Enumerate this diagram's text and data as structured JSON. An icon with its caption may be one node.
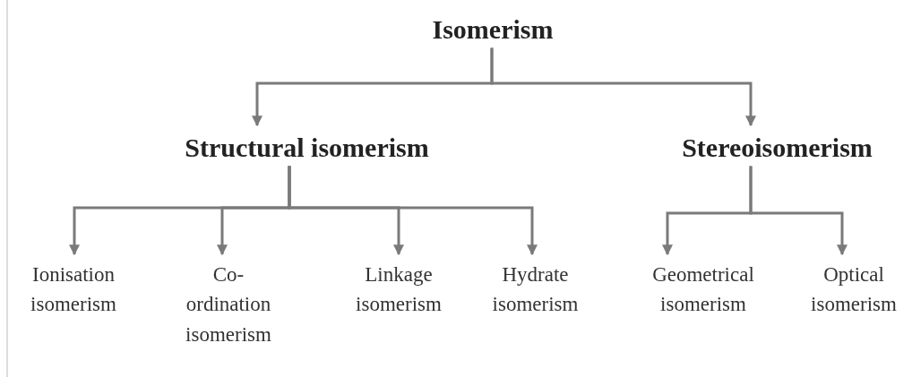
{
  "diagram": {
    "nodes": [
      {
        "text": [
          "Isomerism"
        ]
      },
      {
        "text": [
          "Structural isomerism"
        ]
      },
      {
        "text": [
          "Stereoisomerism"
        ]
      },
      {
        "text": [
          "Ionisation isomerism"
        ]
      },
      {
        "text": [
          "Co-ordination isomerism"
        ]
      },
      {
        "text": [
          "Linkage isomerism"
        ]
      },
      {
        "text": [
          "Hydrate isomerism"
        ]
      },
      {
        "text": [
          "Geometrical isomerism"
        ]
      },
      {
        "text": [
          "Optical isomerism"
        ]
      }
    ],
    "edges": [
      {
        "from": 0,
        "to": 1,
        "arrow": "to"
      },
      {
        "from": 0,
        "to": 2,
        "arrow": "to"
      },
      {
        "from": 1,
        "to": 3,
        "arrow": "to"
      },
      {
        "from": 1,
        "to": 4,
        "arrow": "to"
      },
      {
        "from": 1,
        "to": 5,
        "arrow": "to"
      },
      {
        "from": 1,
        "to": 6,
        "arrow": "to"
      },
      {
        "from": 2,
        "to": 7,
        "arrow": "to"
      },
      {
        "from": 2,
        "to": 8,
        "arrow": "to"
      }
    ]
  }
}
